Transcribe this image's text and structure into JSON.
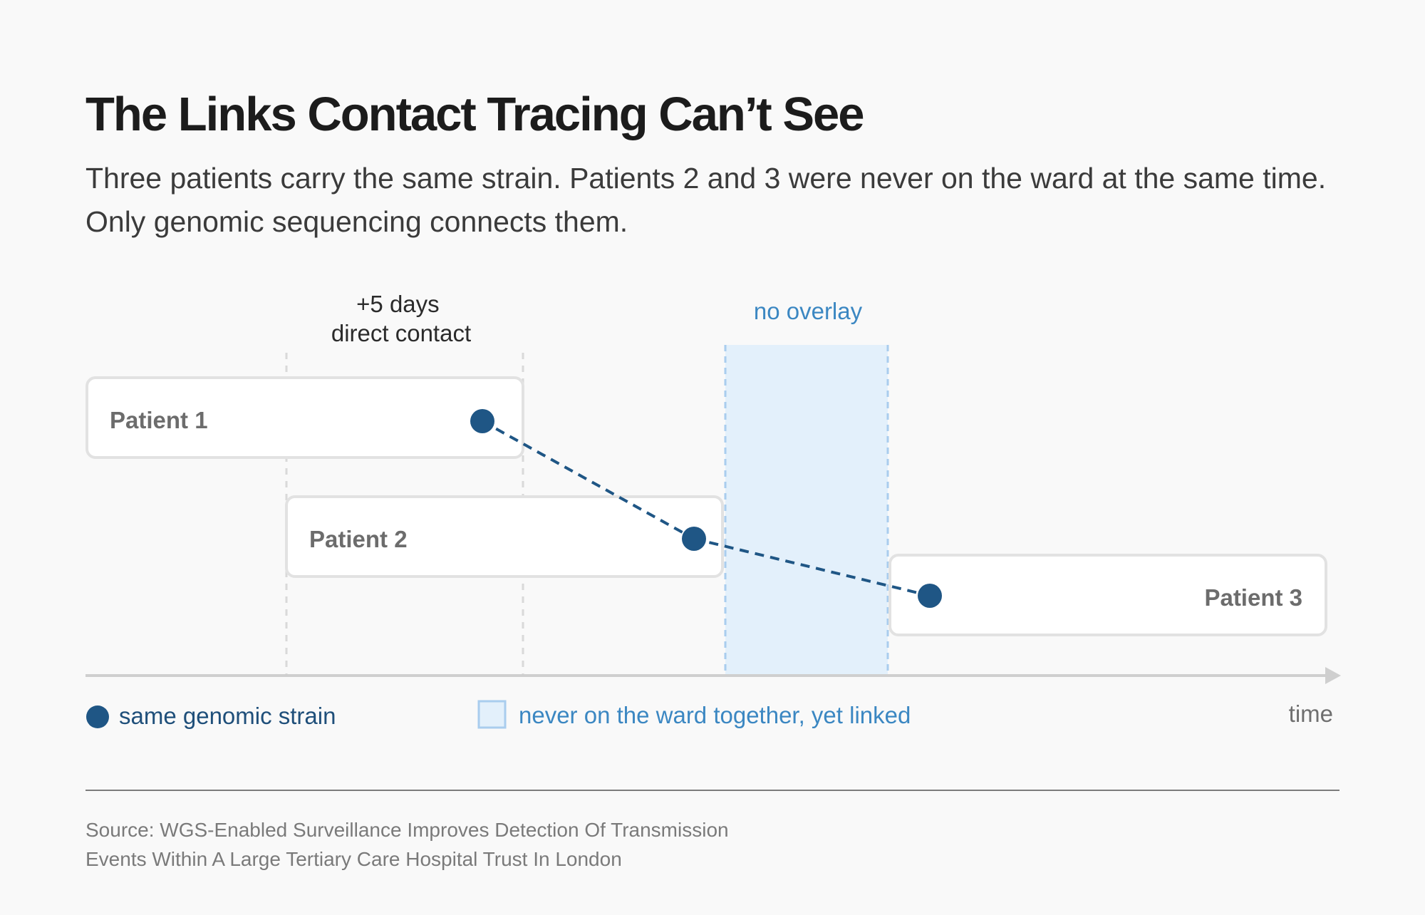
{
  "header": {
    "title": "The Links Contact Tracing Can’t See",
    "subtitle": "Three patients carry the same strain. Patients 2 and 3 were never on the ward at the same time. Only genomic sequencing connects them."
  },
  "annotations": {
    "contact_window": [
      "+5 days",
      "direct contact"
    ],
    "gap_label": "no overlay"
  },
  "patients": [
    {
      "label": "Patient 1"
    },
    {
      "label": "Patient 2"
    },
    {
      "label": "Patient 3"
    }
  ],
  "axis": {
    "label": "time"
  },
  "legend": {
    "strain": "same genomic strain",
    "gap": "never on the ward together, yet linked"
  },
  "footer": {
    "source_lines": [
      "Source: WGS-Enabled Surveillance Improves Detection Of Transmission",
      "Events Within A Large Tertiary Care Hospital Trust In London"
    ]
  },
  "colors": {
    "strain_dot": "#1f5685",
    "gap_fill": "#e3f0fb",
    "gap_border": "#a9cdee",
    "gap_text": "#3b87c2",
    "legend_strain_text": "#1f4f7a"
  }
}
